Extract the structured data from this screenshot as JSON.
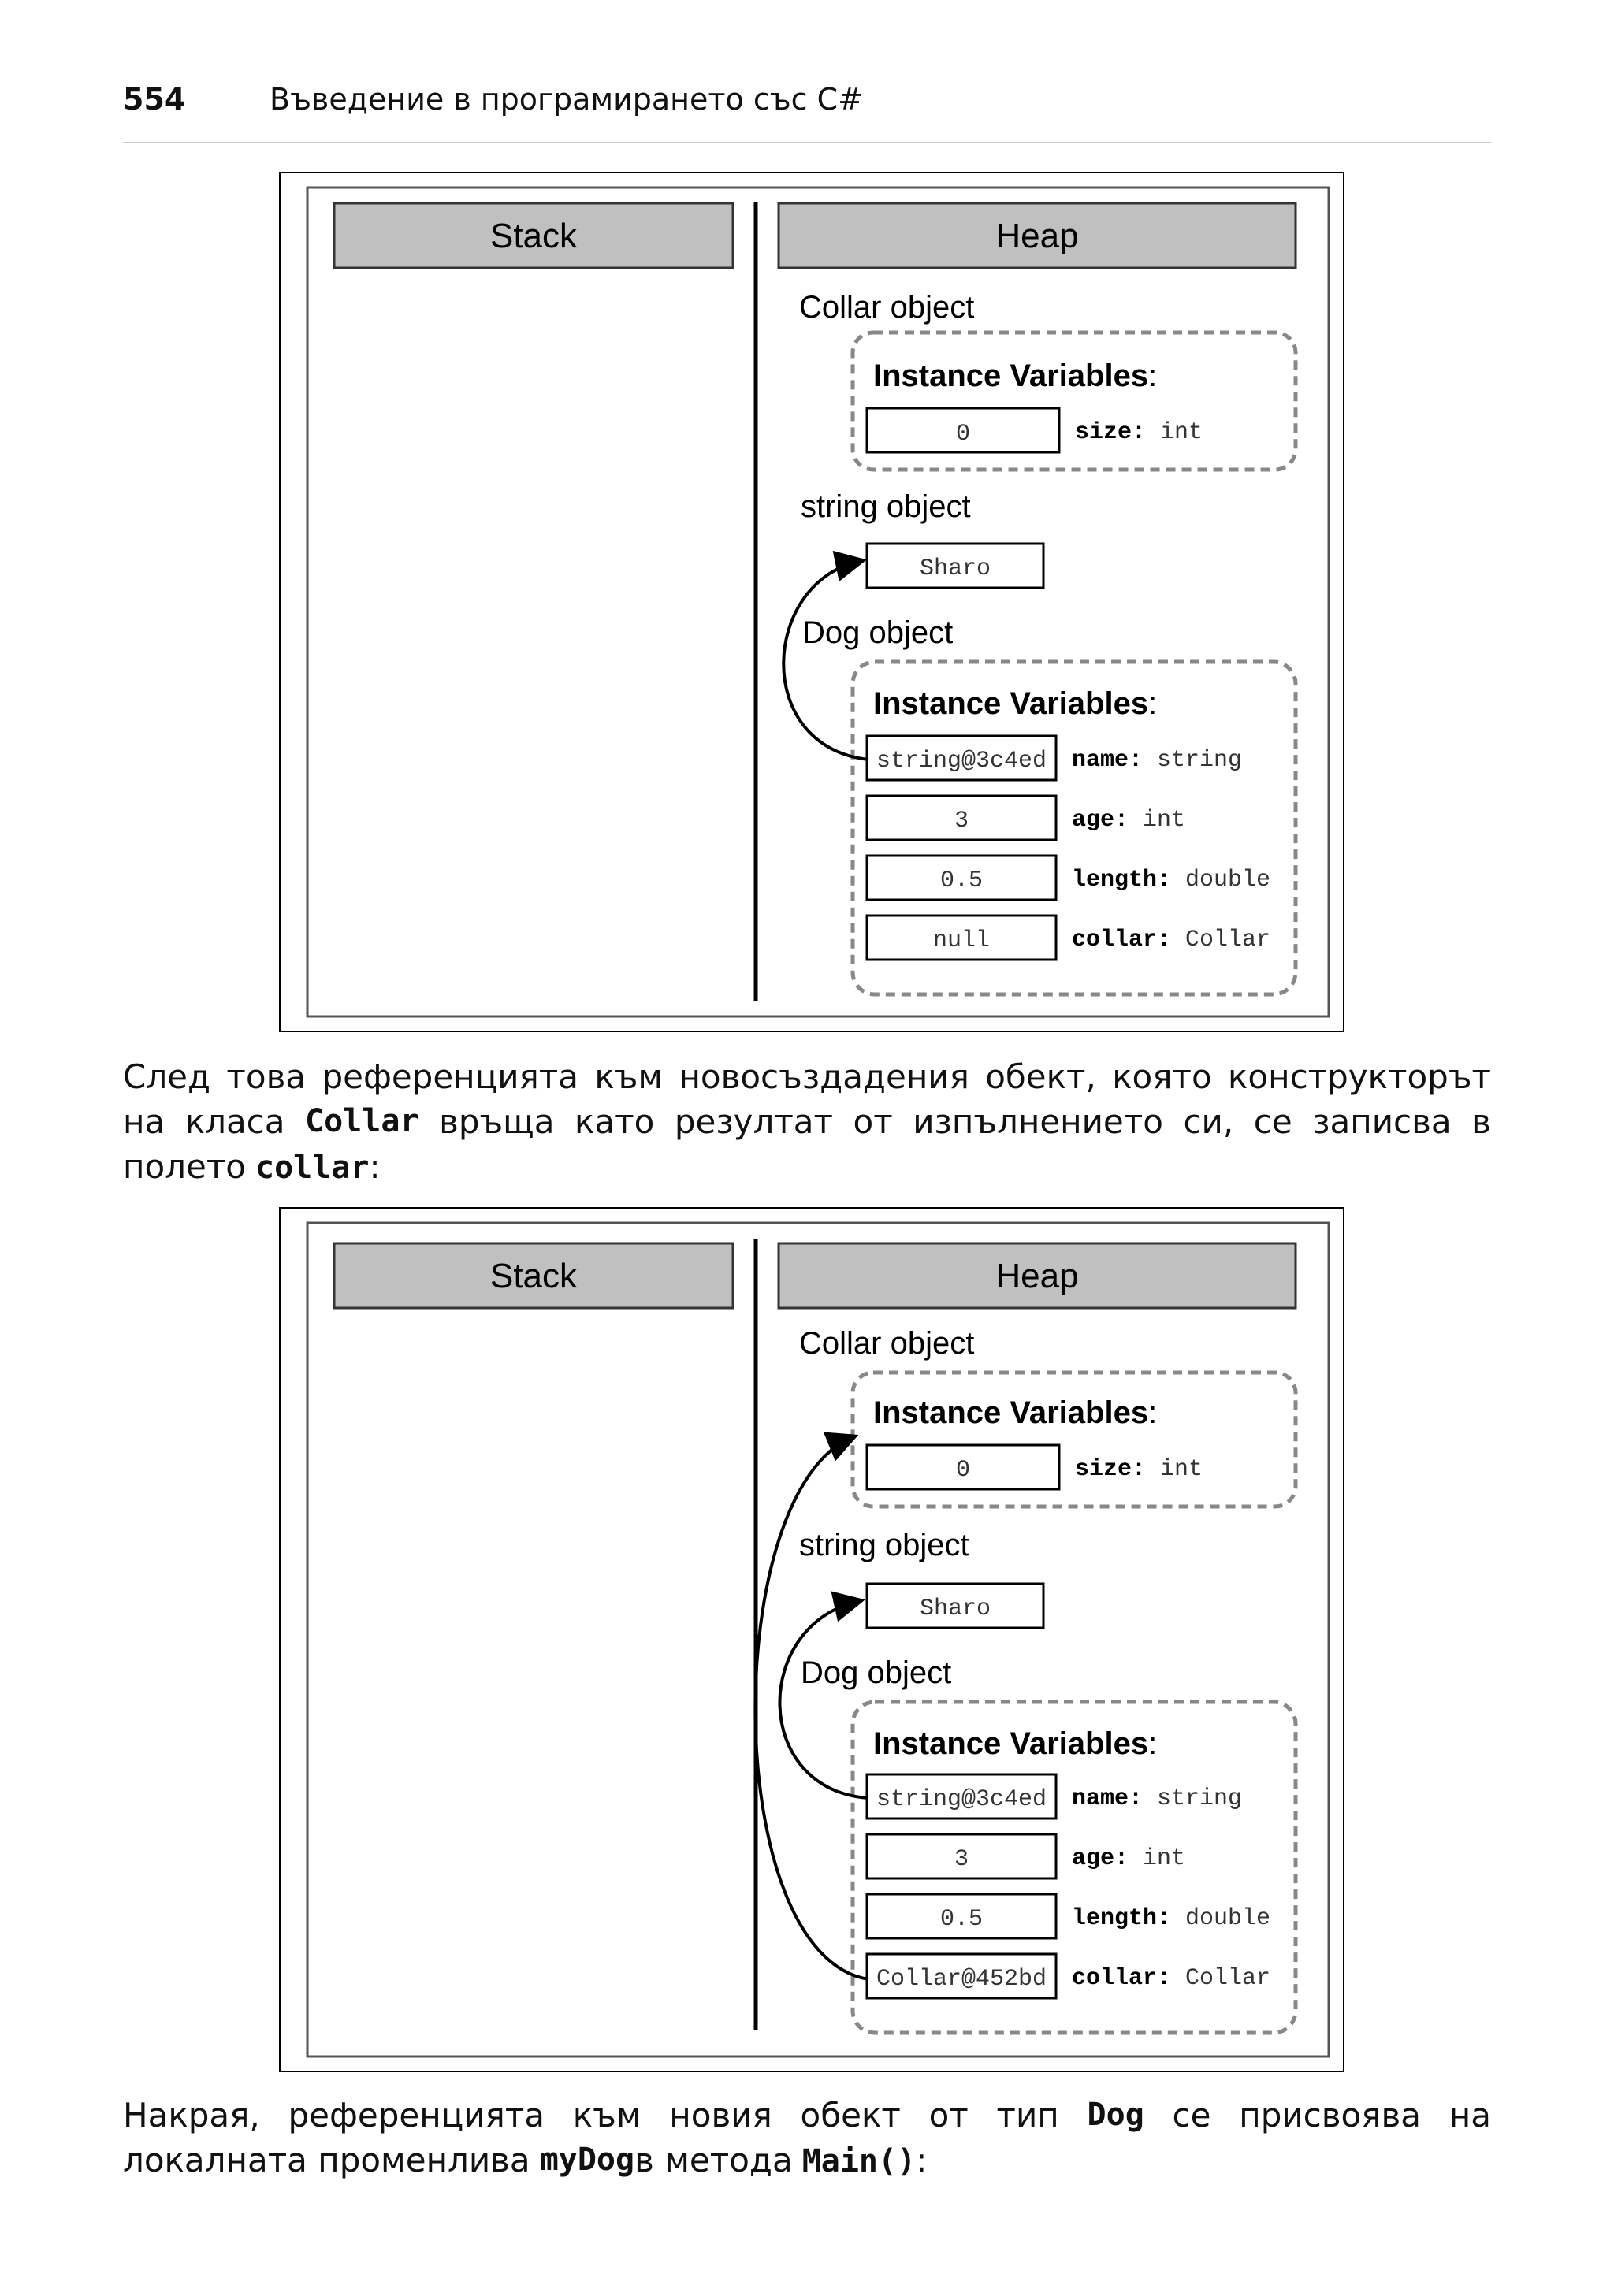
{
  "header": {
    "page_number": "554",
    "book_title": "Въведение в програмирането със C#"
  },
  "figure1": {
    "stack_label": "Stack",
    "heap_label": "Heap",
    "collar_object_label": "Collar object",
    "instance_variables_label": "Instance Variables",
    "instance_variables_colon": ":",
    "collar_size_value": "0",
    "collar_size_field": "size:",
    "collar_size_type": "int",
    "string_object_label": "string object",
    "string_value": "Sharo",
    "dog_object_label": "Dog object",
    "dog_instance_variables_label": "Instance Variables",
    "dog_fields": [
      {
        "value": "string@3c4ed",
        "name": "name:",
        "type": "string"
      },
      {
        "value": "3",
        "name": "age:",
        "type": "int"
      },
      {
        "value": "0.5",
        "name": "length:",
        "type": "double"
      },
      {
        "value": "null",
        "name": "collar:",
        "type": "Collar"
      }
    ]
  },
  "paragraph1": {
    "l1": [
      "След",
      "това",
      "референцията",
      "към",
      "новосъздадения",
      "обект,",
      "която",
      "конструкторът"
    ],
    "l2": [
      "на",
      "класа",
      "Collar",
      "връща",
      "като",
      "резултат",
      "от",
      "изпълнението",
      "си,",
      "се",
      "записва",
      "в"
    ],
    "l3_text": "полето",
    "l3_code": "collar",
    "l3_tail": ":"
  },
  "figure2": {
    "stack_label": "Stack",
    "heap_label": "Heap",
    "collar_object_label": "Collar object",
    "instance_variables_label": "Instance Variables",
    "instance_variables_colon": ":",
    "collar_size_value": "0",
    "collar_size_field": "size:",
    "collar_size_type": "int",
    "string_object_label": "string object",
    "string_value": "Sharo",
    "dog_object_label": "Dog object",
    "dog_instance_variables_label": "Instance Variables",
    "dog_fields": [
      {
        "value": "string@3c4ed",
        "name": "name:",
        "type": "string"
      },
      {
        "value": "3",
        "name": "age:",
        "type": "int"
      },
      {
        "value": "0.5",
        "name": "length:",
        "type": "double"
      },
      {
        "value": "Collar@452bd",
        "name": "collar:",
        "type": "Collar"
      }
    ]
  },
  "paragraph2": {
    "l1": [
      "Накрая,",
      "референцията",
      "към",
      "новия",
      "обект",
      "от",
      "тип",
      "Dog",
      "се",
      "присвоява",
      "на"
    ],
    "l2_text1": "локалната променлива",
    "l2_code1": "myDog",
    "l2_text2": "в метода",
    "l2_code2": "Main()",
    "l2_tail": ":"
  }
}
